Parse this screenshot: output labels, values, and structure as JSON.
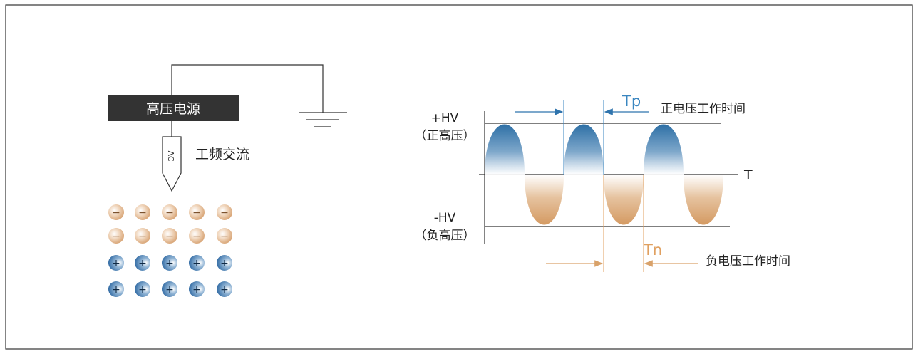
{
  "left": {
    "power_label": "高压电源",
    "ac_label": "AC",
    "ac_text": "工频交流",
    "ion_rows": [
      {
        "sign": "−",
        "kind": "negative",
        "count": 5
      },
      {
        "sign": "−",
        "kind": "negative",
        "count": 5
      },
      {
        "sign": "+",
        "kind": "positive",
        "count": 5
      },
      {
        "sign": "+",
        "kind": "positive",
        "count": 5
      }
    ]
  },
  "right": {
    "pos_hv": "+HV",
    "pos_hv_sub": "（正高压）",
    "neg_hv": "-HV",
    "neg_hv_sub": "（负高压）",
    "t_axis": "T",
    "tp": "Tp",
    "tn": "Tn",
    "pos_time": "正电压工作时间",
    "neg_time": "负电压工作时间"
  },
  "colors": {
    "frame": "#333333",
    "power_box": "#333333",
    "positive": "#2f6fa3",
    "negative": "#d4a070",
    "tp_accent": "#3a86c0",
    "tn_accent": "#e0a060"
  }
}
